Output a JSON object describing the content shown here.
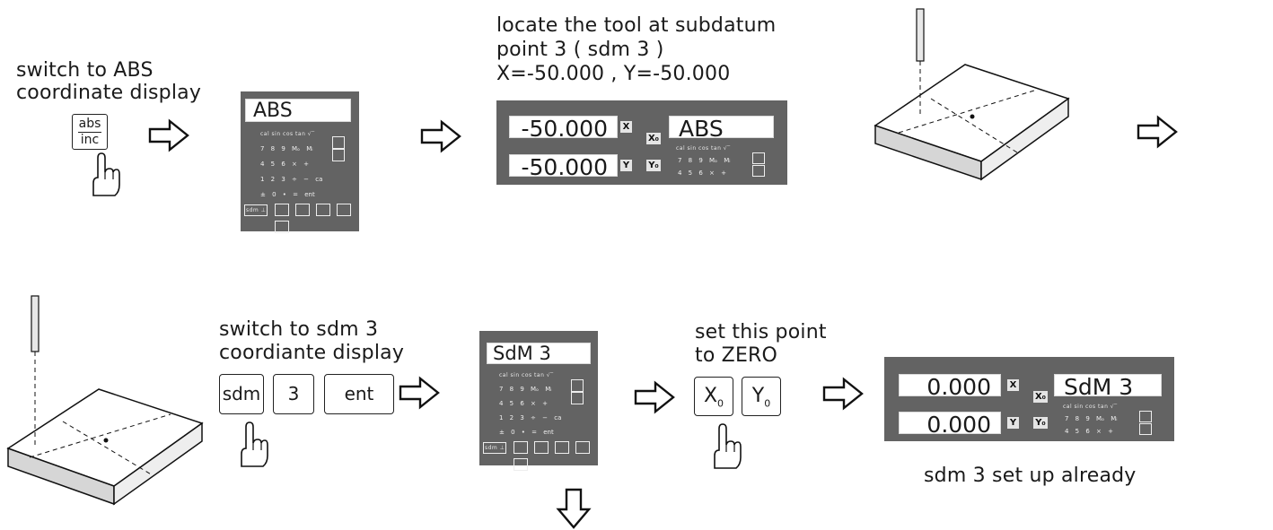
{
  "step1": {
    "caption": [
      "switch to ABS",
      "coordinate display"
    ],
    "key_top": "abs",
    "key_bottom": "inc"
  },
  "panel1": {
    "display": "ABS"
  },
  "step3": {
    "caption": [
      "locate the tool at subdatum",
      "point 3 ( sdm 3 )",
      "X=-50.000 , Y=-50.000"
    ]
  },
  "dro1": {
    "x": "-50.000",
    "y": "-50.000",
    "x_axis": "X",
    "y_axis": "Y",
    "x0": "X₀",
    "y0": "Y₀",
    "display": "ABS"
  },
  "step6": {
    "caption": [
      "switch to sdm 3",
      "coordiante display"
    ],
    "keys": [
      "sdm",
      "3",
      "ent"
    ]
  },
  "panel2": {
    "display": "SdM 3"
  },
  "step8": {
    "caption": [
      "set this point",
      "to ZERO"
    ],
    "key_x": "X",
    "key_y": "Y",
    "key_sub": "0"
  },
  "dro2": {
    "x": "0.000",
    "y": "0.000",
    "x_axis": "X",
    "y_axis": "Y",
    "x0": "X₀",
    "y0": "Y₀",
    "display": "SdM 3",
    "caption": "sdm 3 set up already"
  },
  "keypad": {
    "row_fn": "cal sin cos tan √‾",
    "row1": "7 8 9 Mₒ Mᵢ",
    "row2": "4 5 6 × +",
    "row3": "1 2 3 ÷ − ca",
    "row4": "± 0 • = ent",
    "row_btm": "sdm ⊥"
  }
}
